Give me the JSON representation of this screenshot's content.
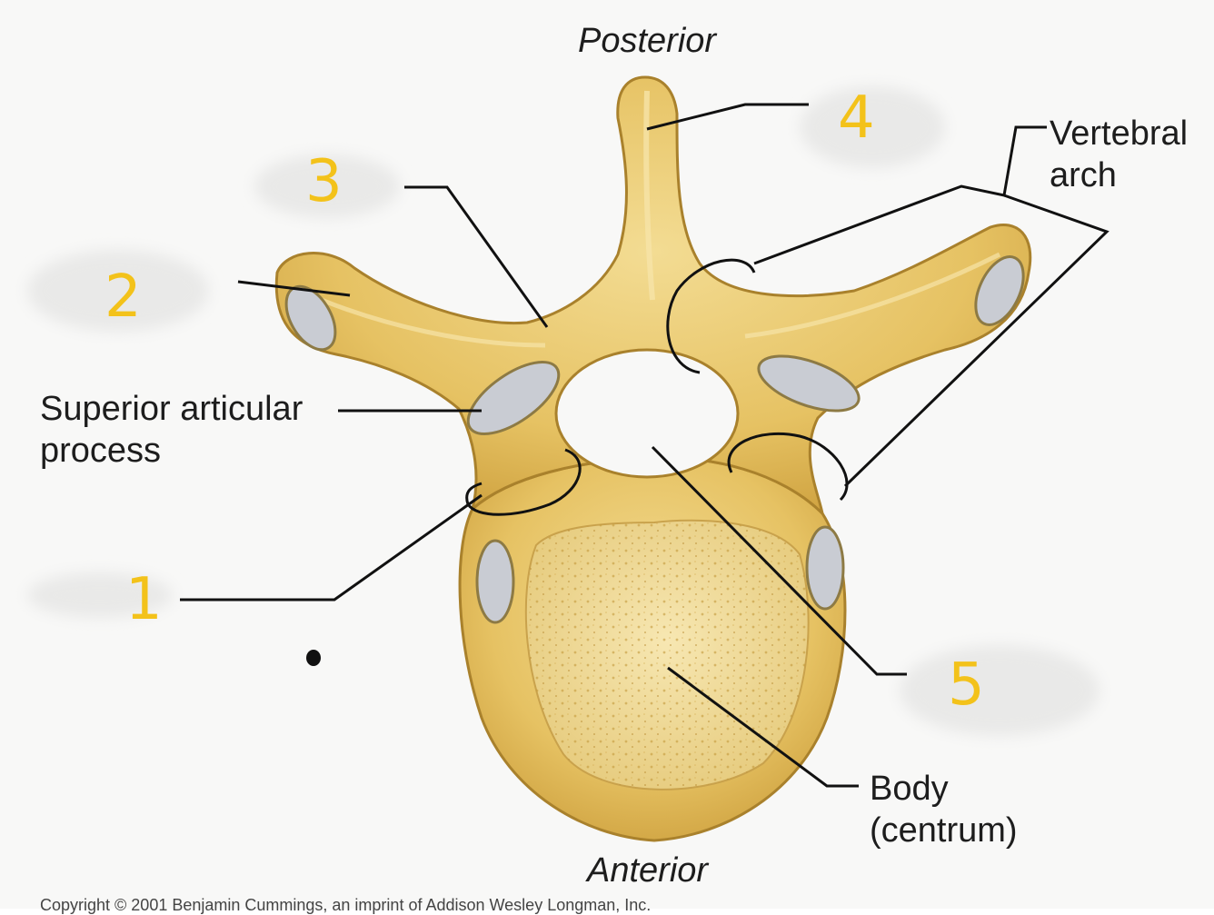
{
  "figure": {
    "orientation": {
      "top": "Posterior",
      "bottom": "Anterior"
    },
    "labels": {
      "vertebral_arch": [
        "Vertebral",
        "arch"
      ],
      "superior_articular": [
        "Superior articular",
        "process"
      ],
      "body": [
        "Body",
        "(centrum)"
      ]
    },
    "markers": [
      "1",
      "2",
      "3",
      "4",
      "5"
    ],
    "copyright": "Copyright © 2001 Benjamin Cummings, an imprint of Addison Wesley Longman, Inc."
  },
  "colors": {
    "bone": "#e8c768",
    "bone_dark": "#b88a2c",
    "cartilage": "#c9ccd3",
    "marker": "#f3c21a",
    "leader": "#111111"
  }
}
